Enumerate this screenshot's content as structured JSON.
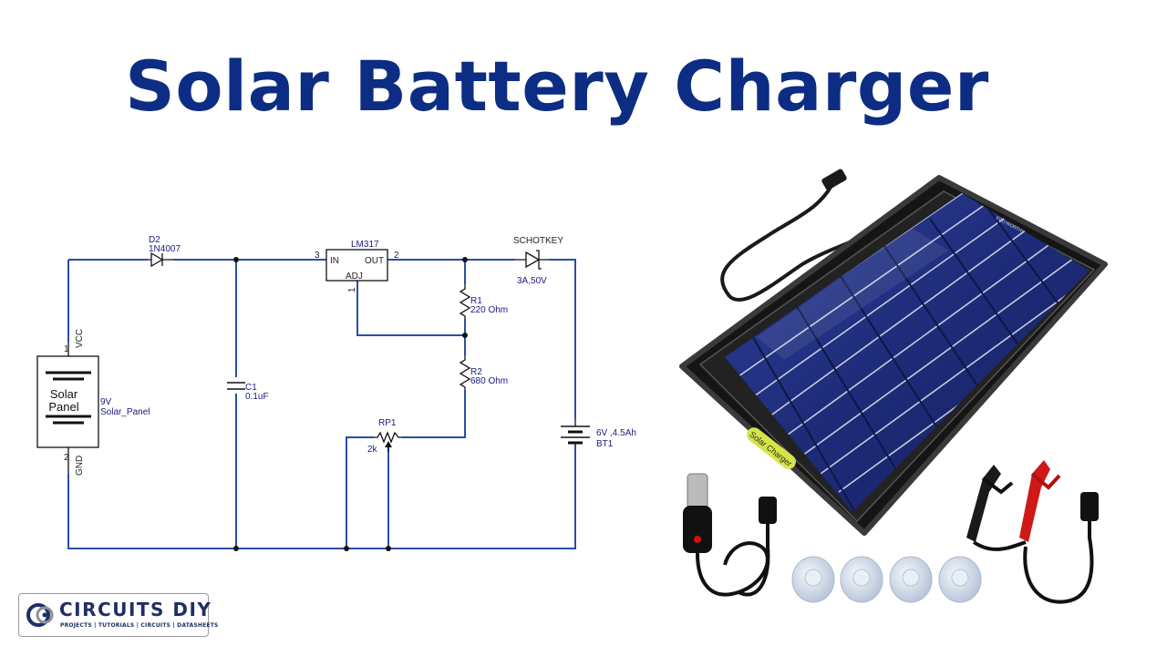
{
  "title": "Solar Battery Charger",
  "schematic": {
    "d2": {
      "ref": "D2",
      "value": "1N4007"
    },
    "u1": {
      "ref": "LM317",
      "pin_in": "IN",
      "pin_out": "OUT",
      "pin_adj": "ADJ",
      "pin_num_in": "3",
      "pin_num_out": "2",
      "pin_num_adj": "1"
    },
    "schottky": {
      "ref": "SCHOTKEY",
      "value": "3A,50V"
    },
    "r1": {
      "ref": "R1",
      "value": "220 Ohm"
    },
    "r2": {
      "ref": "R2",
      "value": "680 Ohm"
    },
    "rp1": {
      "ref": "RP1",
      "value": "2k"
    },
    "c1": {
      "ref": "C1",
      "value": "0.1uF"
    },
    "battery": {
      "ref": "BT1",
      "value": "6V ,4.5Ah"
    },
    "panel": {
      "label_line1": "Solar",
      "label_line2": "Panel",
      "voltage": "9V",
      "part": "Solar_Panel",
      "pin1": "1",
      "pin2": "2",
      "vcc": "VCC",
      "gnd": "GND"
    }
  },
  "product": {
    "panel_label": "Solar Charger",
    "brand": "ECO-WORTHY"
  },
  "logo": {
    "name": "CIRCUITS DIY",
    "tagline": "PROJECTS | TUTORIALS | CIRCUITS | DATASHEETS"
  },
  "colors": {
    "title": "#0c2d83",
    "wire": "#2a4ea6",
    "logo": "#1e2f63"
  }
}
